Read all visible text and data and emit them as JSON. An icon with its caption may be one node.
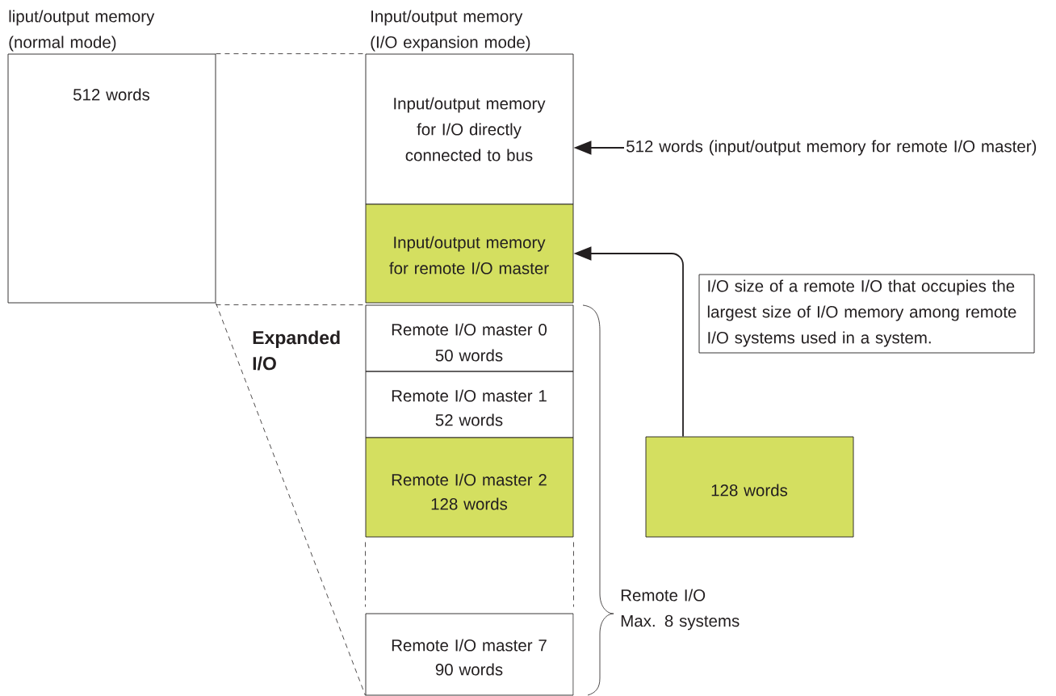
{
  "diagram": {
    "nodes": [
      {
        "text": [
          "liput/output memory (normal mode)",
          "512 words"
        ]
      },
      {
        "text": [
          "Input/output memory (I/O expansion mode)",
          "Input/output memory for I/O directly connected to bus"
        ]
      },
      {
        "text": [
          "Input/output memory for remote I/O master"
        ]
      },
      {
        "text": [
          "Remote I/O master 0",
          "50 words"
        ]
      },
      {
        "text": [
          "Remote I/O master 1",
          "52 words"
        ]
      },
      {
        "text": [
          "Remote I/O master 2",
          "128 words"
        ]
      },
      {
        "text": [
          "Remote I/O master 7",
          "90 words"
        ]
      },
      {
        "text": [
          "512 words (input/output memory for remote I/O master)"
        ]
      },
      {
        "text": [
          "I/O size of a remote I/O that occupies the largest size of I/O memory among remote I/O systems used in a system."
        ]
      },
      {
        "text": [
          "128 words"
        ]
      }
    ],
    "edges": [
      {
        "from": 7,
        "to": 1,
        "arrow": "to"
      },
      {
        "from": 9,
        "to": 2,
        "arrow": "to"
      },
      {
        "from": 0,
        "to": 1,
        "arrow": "none",
        "style": "dashed"
      },
      {
        "from": 0,
        "to": 3,
        "arrow": "none",
        "style": "dashed"
      },
      {
        "from": 0,
        "to": 6,
        "arrow": "none",
        "style": "dashed"
      },
      {
        "from": 5,
        "to": 6,
        "arrow": "none",
        "style": "dashed"
      },
      {
        "from": 5,
        "to": 6,
        "arrow": "none",
        "style": "dashed"
      }
    ],
    "labels": [
      "Expanded I/O",
      "Remote I/O",
      "Max. 8 systems"
    ]
  }
}
